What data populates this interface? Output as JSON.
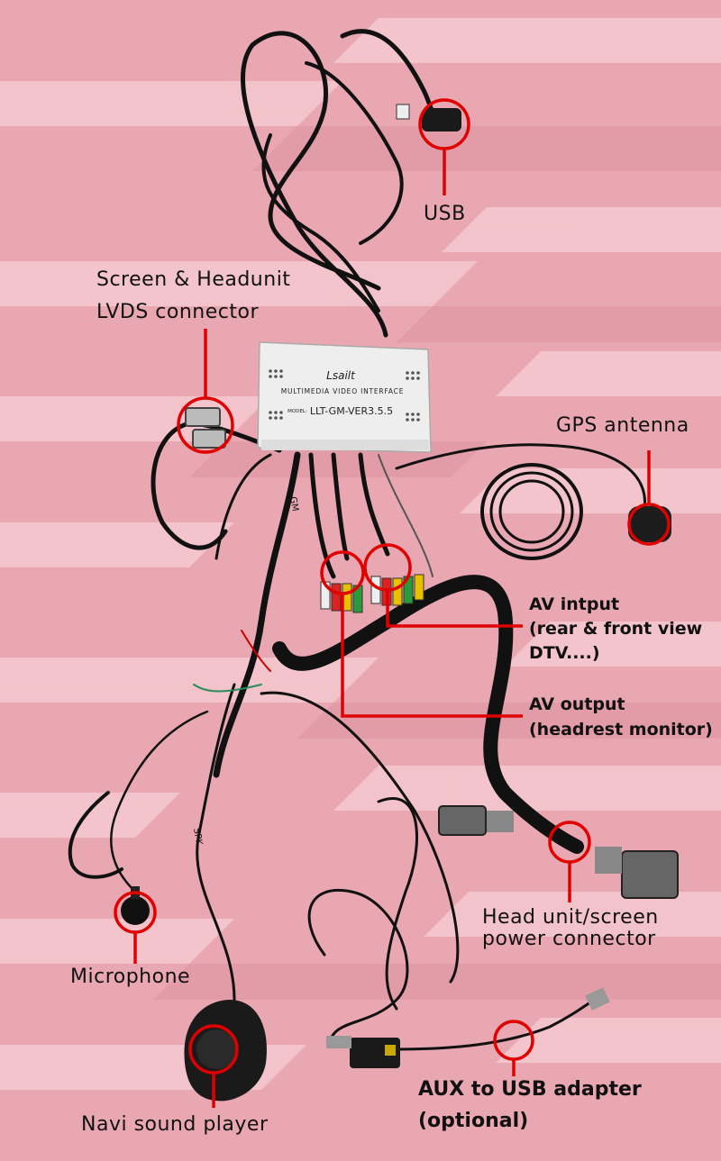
{
  "labels": {
    "usb": "USB",
    "lvds_line1": "Screen & Headunit",
    "lvds_line2": "LVDS connector",
    "gps": "GPS antenna",
    "av_input_line1": "AV intput",
    "av_input_line2": "(rear & front view",
    "av_input_line3": "DTV....)",
    "av_output_line1": "AV output",
    "av_output_line2": "(headrest monitor)",
    "power_line1": "Head unit/screen",
    "power_line2": "power connector",
    "microphone": "Microphone",
    "navi": "Navi sound player",
    "aux_line1": "AUX to USB adapter",
    "aux_line2": "(optional)"
  },
  "device": {
    "brand": "Lsailt",
    "subtitle": "MULTIMEDIA VIDEO INTERFACE",
    "model_prefix": "MODEL:",
    "model": "LLT-GM-VER3.5.5"
  },
  "tags": {
    "gm": "GM",
    "spk": "SPK"
  },
  "colors": {
    "background": "#e9a7b2",
    "stripe": "#f3c5cc",
    "highlight": "#e00000",
    "cable": "#111111"
  }
}
